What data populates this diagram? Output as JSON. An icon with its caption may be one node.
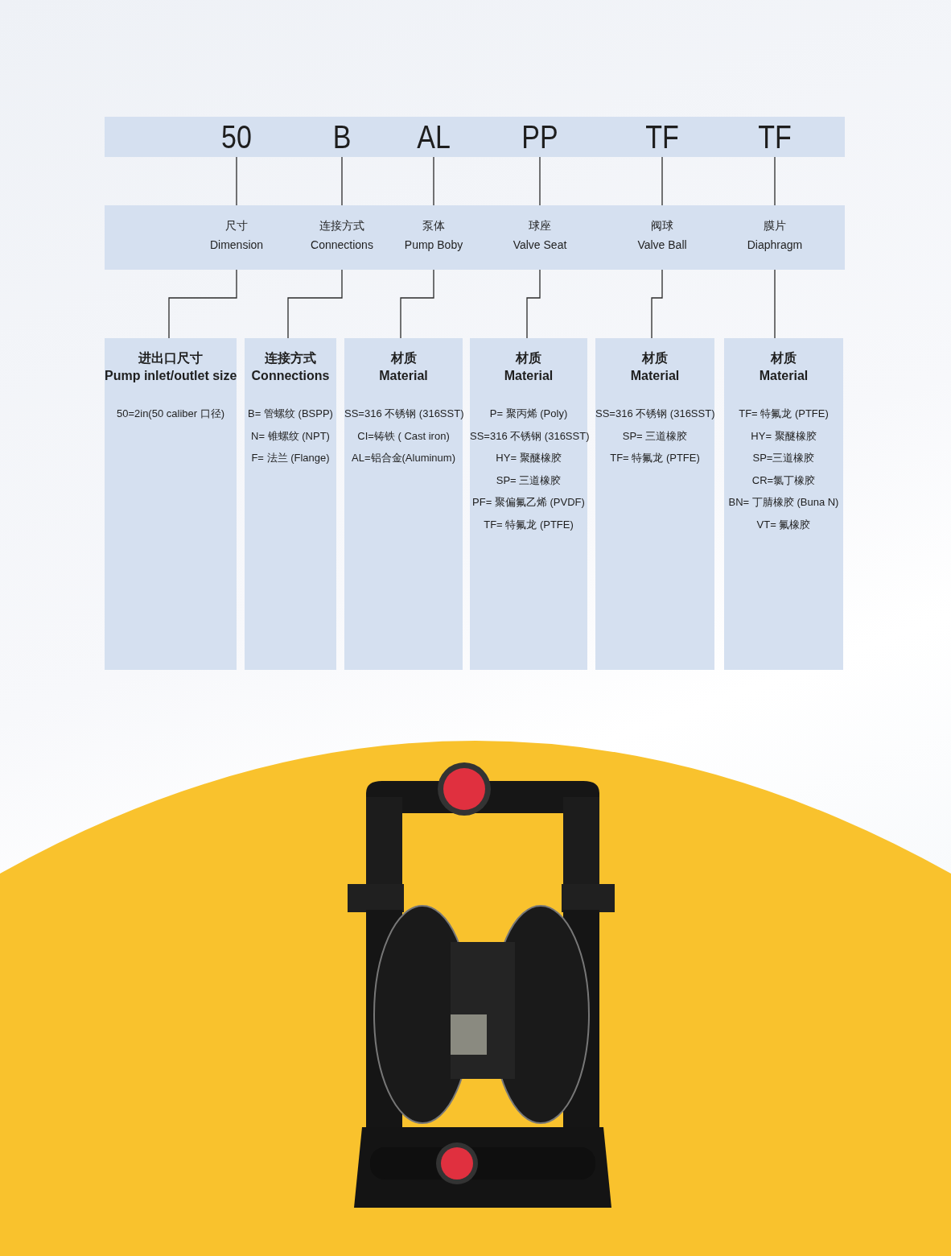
{
  "diagram": {
    "nodes": [
      {
        "text": [],
        "shape": "bar"
      },
      {
        "text": [
          "50"
        ],
        "in": 0
      },
      {
        "text": [
          "B"
        ],
        "in": 0
      },
      {
        "text": [
          "AL"
        ],
        "in": 0
      },
      {
        "text": [
          "PP"
        ],
        "in": 0
      },
      {
        "text": [
          "TF"
        ],
        "in": 0
      },
      {
        "text": [
          "TF"
        ],
        "in": 0
      },
      {
        "text": [],
        "shape": "bar"
      },
      {
        "text": [
          "尺寸",
          "Dimension"
        ],
        "in": 7
      },
      {
        "text": [
          "连接方式",
          "Connections"
        ],
        "in": 7
      },
      {
        "text": [
          "泵体",
          "Pump Boby"
        ],
        "in": 7
      },
      {
        "text": [
          "球座",
          "Valve Seat"
        ],
        "in": 7
      },
      {
        "text": [
          "阀球",
          "Valve Ball"
        ],
        "in": 7
      },
      {
        "text": [
          "膜片",
          "Diaphragm"
        ],
        "in": 7
      },
      {
        "text": [
          "进出口尺寸",
          "Pump inlet/outlet size",
          "50=2in(50 caliber 口径)"
        ]
      },
      {
        "text": [
          "连接方式",
          "Connections",
          "B= 管螺纹 (BSPP)",
          "N= 锥螺纹 (NPT)",
          "F= 法兰 (Flange)"
        ]
      },
      {
        "text": [
          "材质",
          "Material",
          "SS=316 不锈钢 (316SST)",
          "CI=铸铁 ( Cast iron)",
          "AL=铝合金(Aluminum)"
        ]
      },
      {
        "text": [
          "材质",
          "Material",
          "P= 聚丙烯 (Poly)",
          "SS=316 不锈钢 (316SST)",
          "HY= 聚醚橡胶",
          "SP= 三道橡胶",
          "PF= 聚偏氟乙烯 (PVDF)",
          "TF= 特氟龙 (PTFE)"
        ]
      },
      {
        "text": [
          "材质",
          "Material",
          "SS=316 不锈钢 (316SST)",
          "SP= 三道橡胶",
          "TF= 特氟龙 (PTFE)"
        ]
      },
      {
        "text": [
          "材质",
          "Material",
          "TF= 特氟龙 (PTFE)",
          "HY= 聚醚橡胶",
          "SP=三道橡胶",
          "CR=氯丁橡胶",
          "BN= 丁腈橡胶 (Buna N)",
          "VT= 氟橡胶"
        ]
      }
    ],
    "edges": [
      {
        "from": 1,
        "to": 8,
        "arrow": "none"
      },
      {
        "from": 2,
        "to": 9,
        "arrow": "none"
      },
      {
        "from": 3,
        "to": 10,
        "arrow": "none"
      },
      {
        "from": 4,
        "to": 11,
        "arrow": "none"
      },
      {
        "from": 5,
        "to": 12,
        "arrow": "none"
      },
      {
        "from": 6,
        "to": 13,
        "arrow": "none"
      },
      {
        "from": 8,
        "to": 14,
        "arrow": "none"
      },
      {
        "from": 9,
        "to": 15,
        "arrow": "none"
      },
      {
        "from": 10,
        "to": 16,
        "arrow": "none"
      },
      {
        "from": 11,
        "to": 17,
        "arrow": "none"
      },
      {
        "from": 12,
        "to": 18,
        "arrow": "none"
      },
      {
        "from": 13,
        "to": 19,
        "arrow": "none"
      }
    ]
  }
}
